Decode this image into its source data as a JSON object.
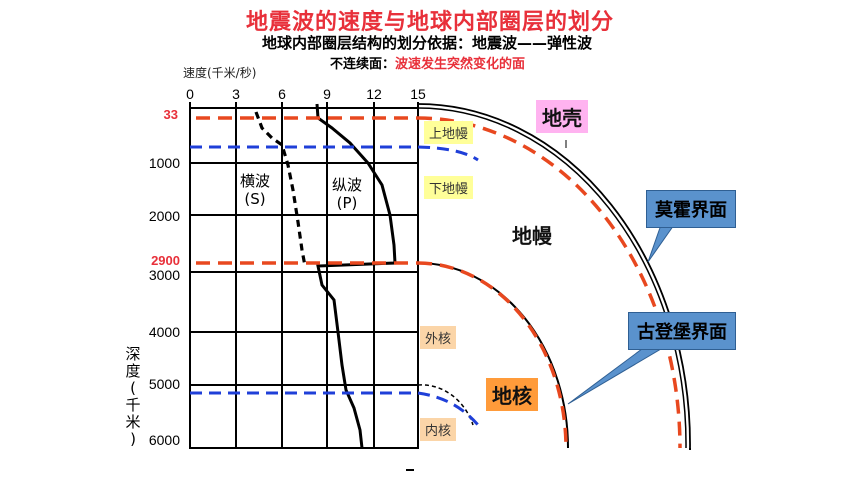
{
  "title": "地震波的速度与地球内部圈层的划分",
  "basis_text": "地球内部圈层结构的划分依据：地震波——弹性波",
  "discontinuity_prefix": "不连续面：",
  "discontinuity_text": "波速发生突然变化的面",
  "speed_axis_label": "速度(千米/秒)",
  "x_ticks": [
    "0",
    "3",
    "6",
    "9",
    "12",
    "15"
  ],
  "y_ticks": [
    "1000",
    "2000",
    "3000",
    "4000",
    "5000",
    "6000"
  ],
  "depth_33": "33",
  "depth_2900": "2900",
  "depth_axis_label": [
    "深",
    "度",
    "(",
    "千",
    "米",
    ")"
  ],
  "s_wave_label": [
    "横波",
    "(S)"
  ],
  "p_wave_label": [
    "纵波",
    "(P)"
  ],
  "layers": {
    "upper_mantle": "上地幔",
    "lower_mantle": "下地幔",
    "outer_core": "外核",
    "inner_core": "内核"
  },
  "spheres": {
    "crust": "地壳",
    "mantle": "地幔",
    "core": "地核"
  },
  "callouts": {
    "moho": "莫霍界面",
    "gutenberg": "古登堡界面"
  },
  "colors": {
    "title": "#e8303a",
    "boundary_dash": "#e8481f",
    "blue_dash": "#1f3fd8",
    "callout": "#5a92cd",
    "crust_box": "#ffb3f0",
    "core_box": "#ff9b3a",
    "layer_box": "#ffff99",
    "core_layer_box": "#fbd5a8"
  }
}
